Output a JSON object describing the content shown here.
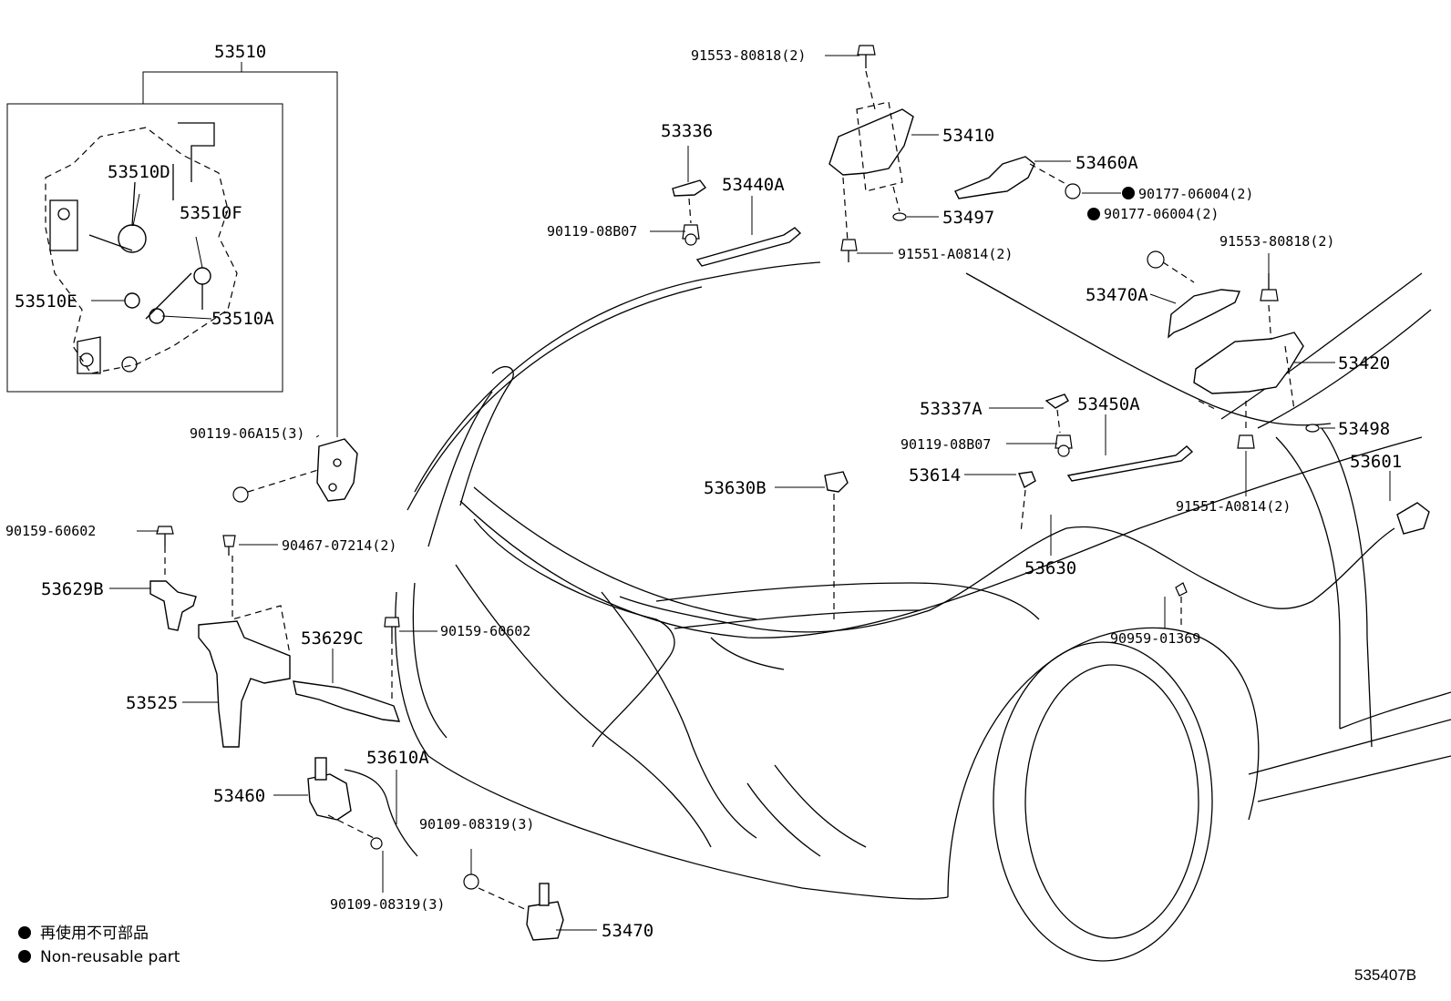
{
  "callouts": {
    "p53510": "53510",
    "p53510D": "53510D",
    "p53510F": "53510F",
    "p53510E": "53510E",
    "p53510A": "53510A",
    "p90119_06A15": "90119-06A15(3)",
    "p90159_60602_a": "90159-60602",
    "p90467_07214": "90467-07214(2)",
    "p53629B": "53629B",
    "p53629C": "53629C",
    "p90159_60602_b": "90159-60602",
    "p53525": "53525",
    "p53610A": "53610A",
    "p53460": "53460",
    "p90109_08319_a": "90109-08319(3)",
    "p90109_08319_b": "90109-08319(3)",
    "p53470": "53470",
    "p91553_80818_a": "91553-80818(2)",
    "p53336": "53336",
    "p53440A": "53440A",
    "p90119_08B07_a": "90119-08B07",
    "p53410": "53410",
    "p53460A": "53460A",
    "p90177_06004_a": "90177-06004(2)",
    "p90177_06004_b": "90177-06004(2)",
    "p53497": "53497",
    "p91551_A0814_a": "91551-A0814(2)",
    "p91553_80818_b": "91553-80818(2)",
    "p53470A": "53470A",
    "p53420": "53420",
    "p53337A": "53337A",
    "p53450A": "53450A",
    "p90119_08B07_b": "90119-08B07",
    "p53498": "53498",
    "p53630B": "53630B",
    "p53614": "53614",
    "p53601": "53601",
    "p91551_A0814_b": "91551-A0814(2)",
    "p53630": "53630",
    "p90959_01369": "90959-01369"
  },
  "legend": {
    "jp": "再使用不可部品",
    "en": "Non-reusable part"
  },
  "ref_number": "535407B"
}
